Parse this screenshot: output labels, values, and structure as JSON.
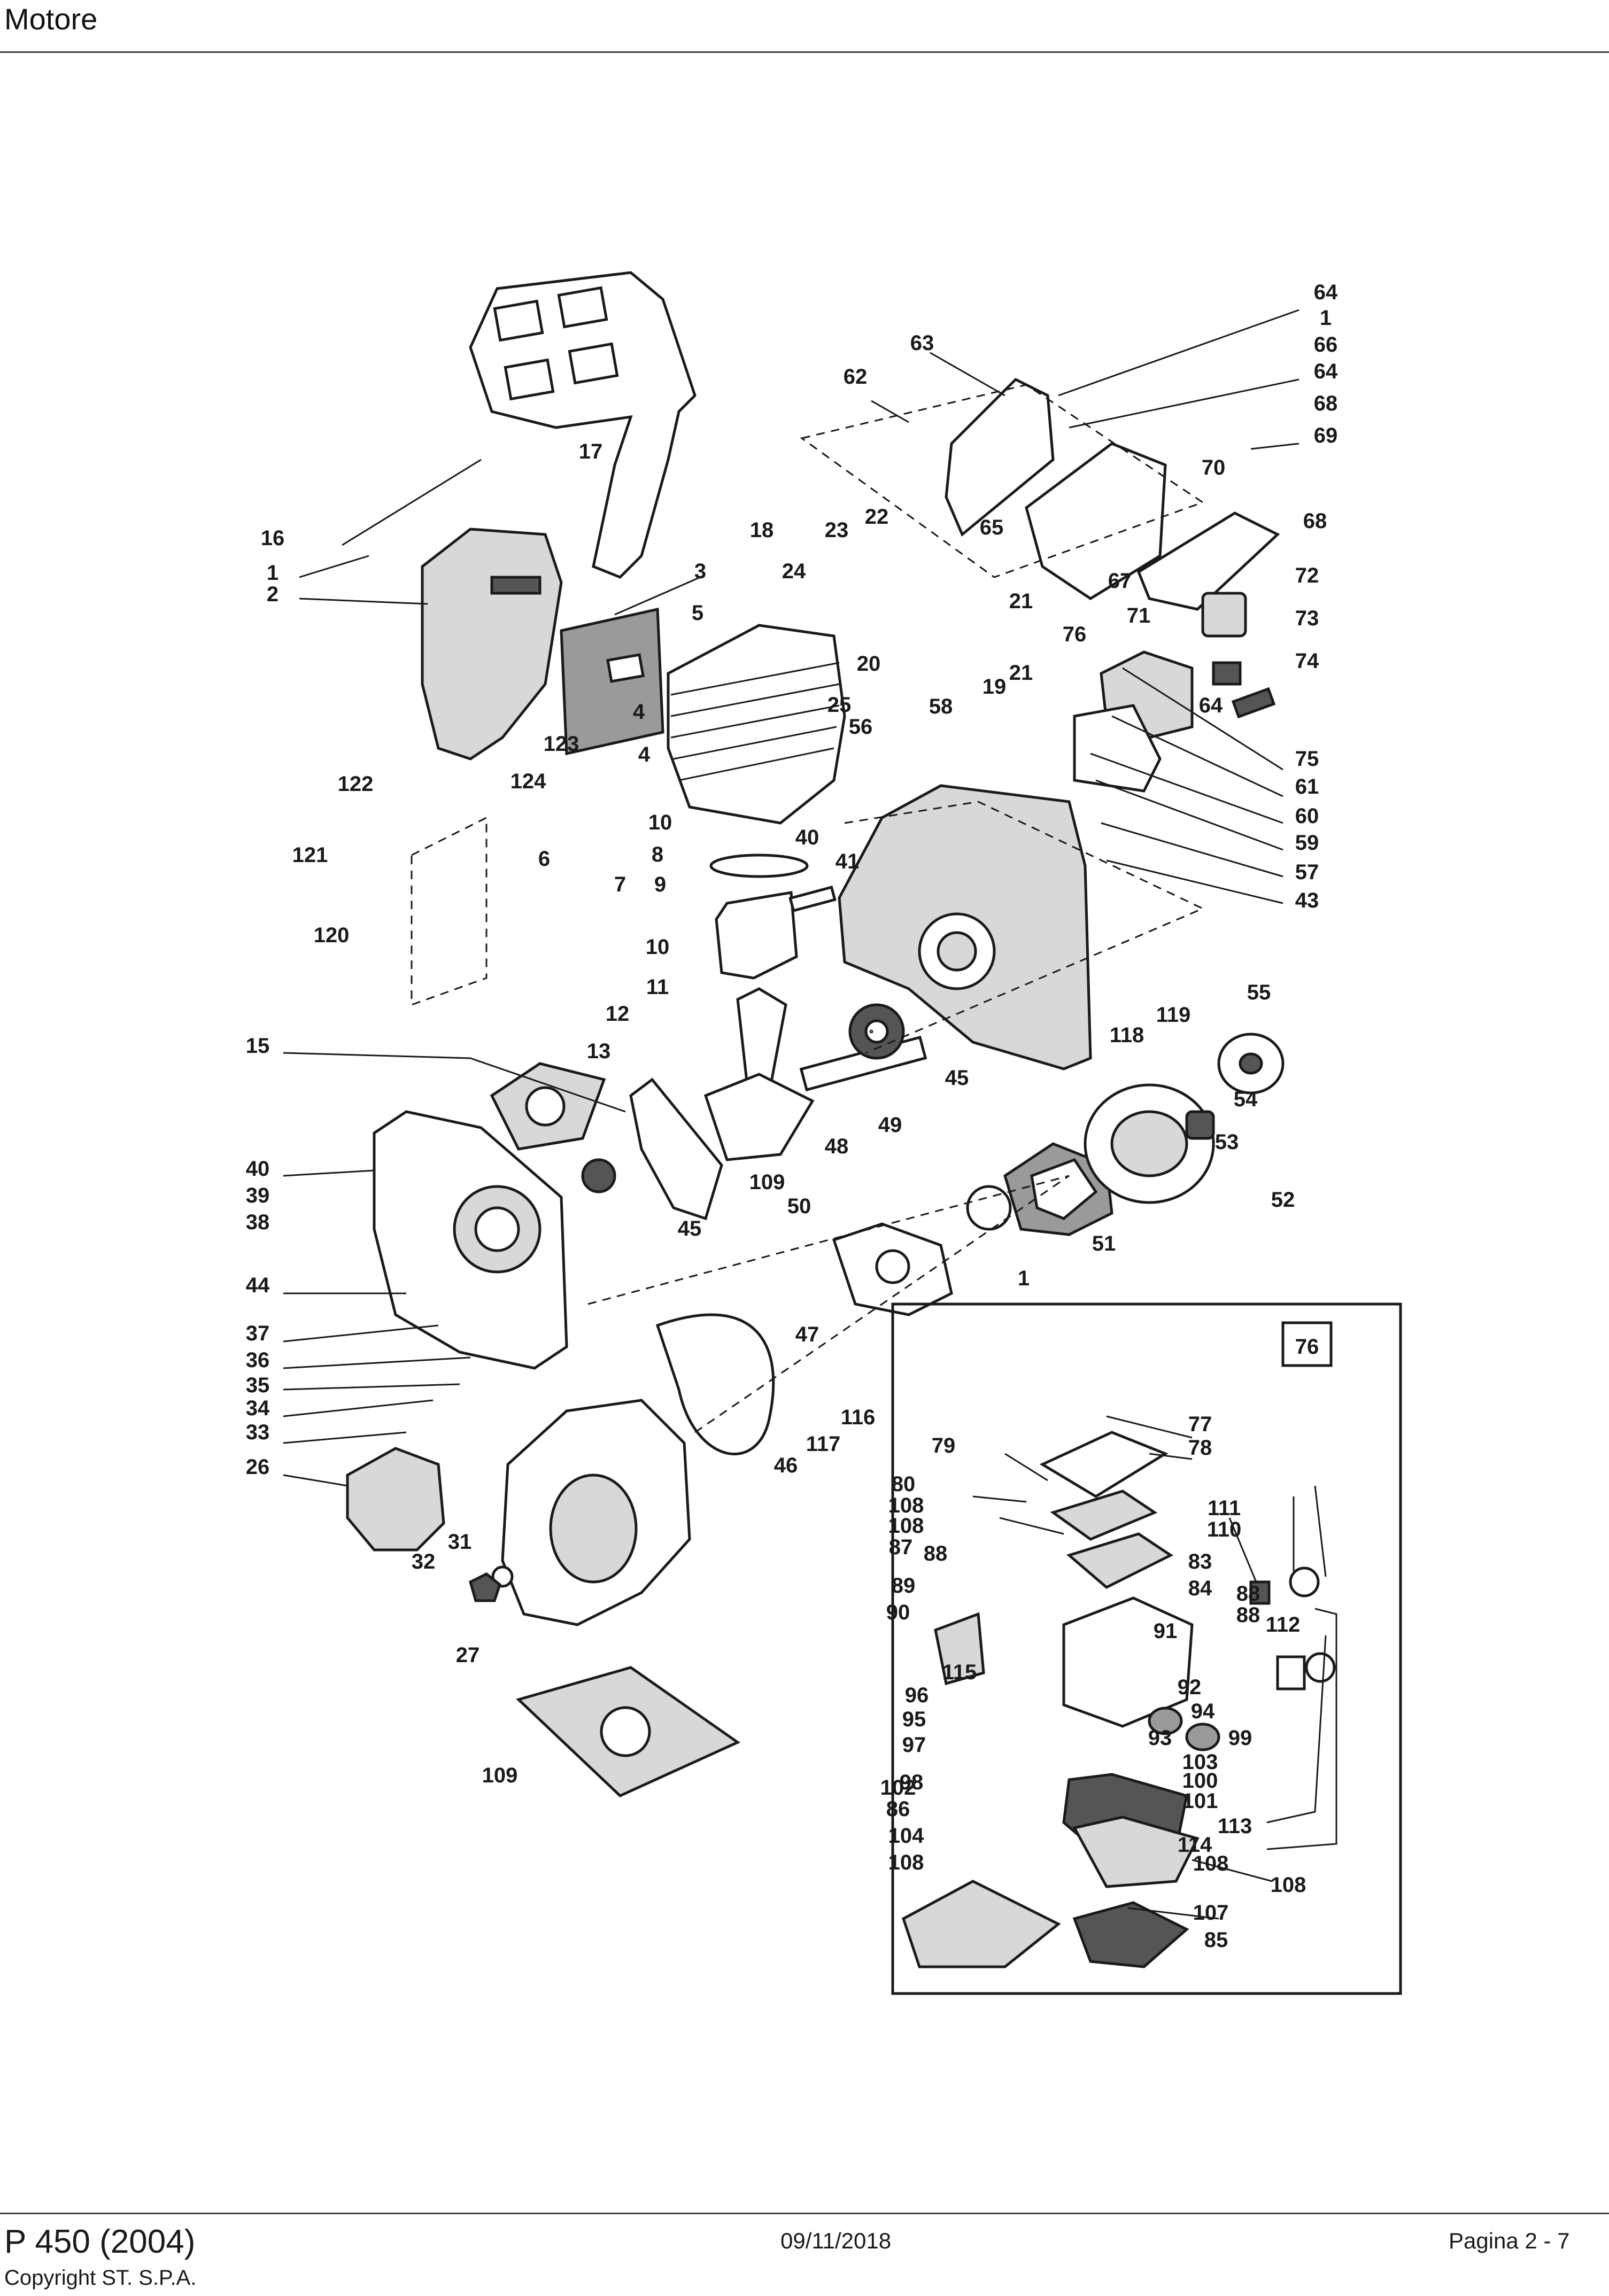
{
  "header": {
    "title": "Motore"
  },
  "footer": {
    "model": "P 450 (2004)",
    "copyright": "Copyright ST. S.P.A.",
    "date": "09/11/2018",
    "page": "Pagina 2 - 7"
  },
  "diagram": {
    "inset_badge": "76",
    "callouts": [
      "64",
      "1",
      "66",
      "64",
      "68",
      "69",
      "70",
      "68",
      "63",
      "62",
      "65",
      "67",
      "71",
      "72",
      "73",
      "74",
      "22",
      "23",
      "24",
      "21",
      "21",
      "19",
      "20",
      "76",
      "17",
      "18",
      "16",
      "1",
      "2",
      "3",
      "5",
      "4",
      "4",
      "123",
      "124",
      "25",
      "56",
      "58",
      "64",
      "75",
      "61",
      "60",
      "59",
      "57",
      "43",
      "122",
      "121",
      "120",
      "6",
      "7",
      "10",
      "8",
      "9",
      "10",
      "40",
      "41",
      "11",
      "12",
      "13",
      "15",
      "45",
      "55",
      "119",
      "118",
      "54",
      "53",
      "52",
      "49",
      "48",
      "51",
      "50",
      "1",
      "45",
      "109",
      "40",
      "39",
      "38",
      "44",
      "37",
      "36",
      "35",
      "34",
      "33",
      "26",
      "47",
      "116",
      "117",
      "46",
      "31",
      "32",
      "27",
      "109",
      "77",
      "78",
      "79",
      "80",
      "108",
      "108",
      "87",
      "88",
      "89",
      "90",
      "83",
      "84",
      "88",
      "111",
      "110",
      "88",
      "112",
      "91",
      "92",
      "94",
      "93",
      "99",
      "115",
      "96",
      "95",
      "97",
      "98",
      "103",
      "100",
      "101",
      "102",
      "86",
      "104",
      "114",
      "113",
      "108",
      "108",
      "108",
      "107",
      "85"
    ]
  }
}
